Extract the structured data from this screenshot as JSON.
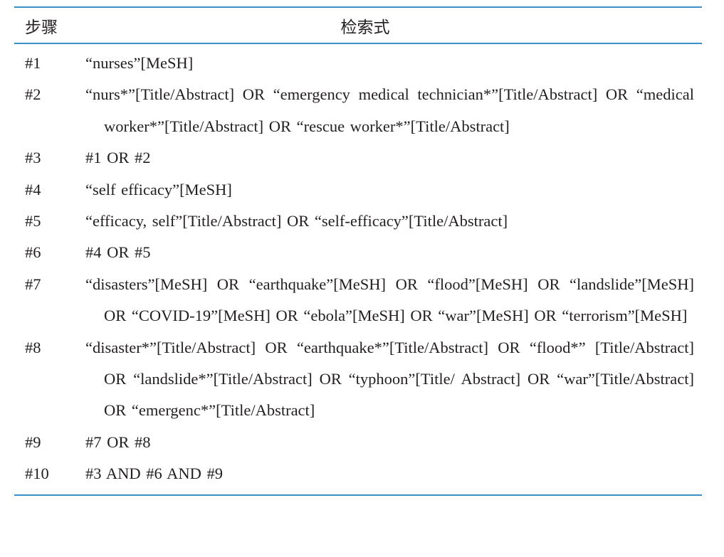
{
  "header": {
    "step": "步骤",
    "query": "检索式"
  },
  "rows": [
    {
      "step": "#1",
      "query": "“nurses”[MeSH]"
    },
    {
      "step": "#2",
      "query": "“nurs*”[Title/Abstract] OR “emergency medical technician*”[Title/Abstract] OR “medical worker*”[Title/Abstract] OR “rescue worker*”[Title/Abstract]"
    },
    {
      "step": "#3",
      "query": "#1 OR #2"
    },
    {
      "step": "#4",
      "query": "“self efficacy”[MeSH]"
    },
    {
      "step": "#5",
      "query": "“efficacy, self”[Title/Abstract] OR “self-efficacy”[Title/Abstract]"
    },
    {
      "step": "#6",
      "query": "#4 OR #5"
    },
    {
      "step": "#7",
      "query": "“disasters”[MeSH] OR “earthquake”[MeSH] OR “flood”[MeSH] OR “landslide”[MeSH] OR “COVID-19”[MeSH] OR “ebola”[MeSH] OR “war”[MeSH] OR “terrorism”[MeSH]"
    },
    {
      "step": "#8",
      "query": "“disaster*”[Title/Abstract] OR “earthquake*”[Title/Abstract] OR “flood*” [Title/Abstract] OR “landslide*”[Title/Abstract] OR “typhoon”[Title/ Abstract] OR “war”[Title/Abstract] OR “emergenc*”[Title/Abstract]"
    },
    {
      "step": "#9",
      "query": "#7 OR #8"
    },
    {
      "step": "#10",
      "query": "#3 AND #6 AND #9"
    }
  ]
}
